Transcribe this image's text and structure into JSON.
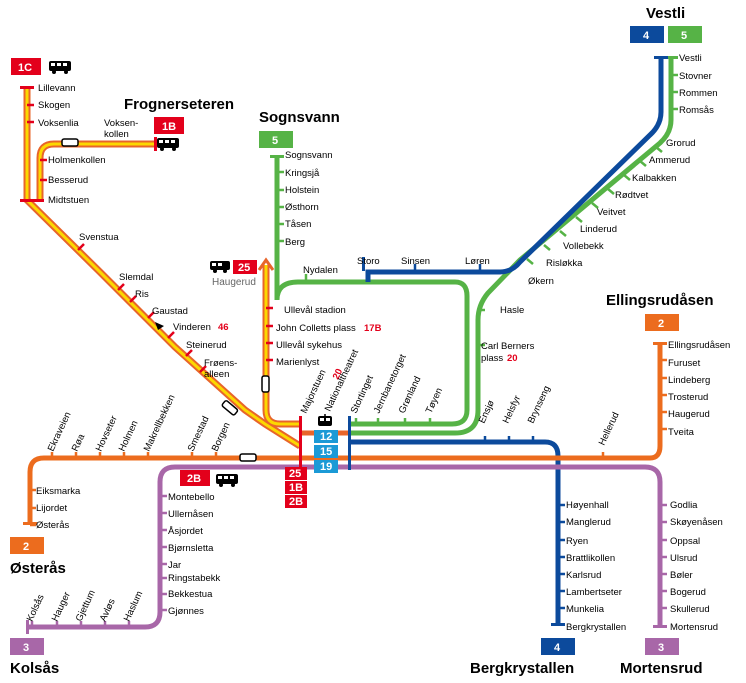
{
  "colors": {
    "line1": "#e8652a",
    "line1_inner": "#fcd800",
    "line2": "#ec6c1e",
    "line3": "#a867a8",
    "line4": "#0c4a9c",
    "line5": "#56b346",
    "tram": "#e3001b",
    "trunk": "#1b9ad6"
  },
  "icons": [
    "bus-icon",
    "train-icon",
    "tram-icon",
    "arrow-icon"
  ],
  "terminals": {
    "vestli": "Vestli",
    "frognerseteren": "Frognerseteren",
    "sognsvann": "Sognsvann",
    "ellingsrudasen": "Ellingsrudåsen",
    "osteras": "Østerås",
    "kolsas": "Kolsås",
    "bergkrystallen": "Bergkrystallen",
    "mortensrud": "Mortensrud"
  },
  "badges": {
    "b1c": "1C",
    "b1b": "1B",
    "b2b": "2B",
    "b25": "25",
    "b4": "4",
    "b5": "5",
    "b2": "2",
    "b3": "3",
    "s25": "25",
    "s1b": "1B",
    "s2b": "2B",
    "t12": "12",
    "t15": "15",
    "t19": "19"
  },
  "line1c": [
    "Lillevann",
    "Skogen",
    "Voksenlia"
  ],
  "line1b_voksen": [
    "Voksen-",
    "kollen"
  ],
  "line1_mid": [
    "Holmenkollen",
    "Besserud",
    "Midtstuen"
  ],
  "line1_diag": [
    "Svenstua",
    "Slemdal",
    "Ris",
    "Gaustad"
  ],
  "vinderen": {
    "name": "Vinderen",
    "num": "46"
  },
  "line1_diag2": [
    "Steinerud"
  ],
  "frognsalleen": [
    "Frøens-",
    "alleen"
  ],
  "line5_sogn": [
    "Sognsvann",
    "Kringsjå",
    "Holstein",
    "Østhorn",
    "Tåsen",
    "Berg"
  ],
  "haugerud_label": "Haugerud",
  "ring_top": [
    "Nydalen",
    "Storo",
    "Sinsen",
    "Løren"
  ],
  "tram_sidings": {
    "ulleval": "Ullevål stadion",
    "colletts": "John Colletts plass",
    "colletts_num": "17B",
    "sykehus": "Ullevål sykehus",
    "marienlyst": "Marienlyst"
  },
  "line5_vestli": [
    "Vestli",
    "Stovner",
    "Rommen",
    "Romsås"
  ],
  "line5_east": [
    "Grorud",
    "Ammerud",
    "Kalbakken",
    "Rødtvet",
    "Veitvet",
    "Linderud",
    "Vollebekk",
    "Risløkka",
    "Økern"
  ],
  "hasle": "Hasle",
  "carl": {
    "l1": "Carl Berners",
    "l2": "plass",
    "num": "20"
  },
  "line2_ell": [
    "Ellingsrudåsen",
    "Furuset",
    "Lindeberg",
    "Trosterud",
    "Haugerud",
    "Tveita"
  ],
  "center_rot": [
    "Majorstuen",
    "Nationaltheatret",
    "Stortinget",
    "Jernbanetorget",
    "Grønland",
    "Tøyen",
    "Ensjø",
    "Helsfyr",
    "Brynseng"
  ],
  "majorstuen_num": "20",
  "helleru": "Hellerud",
  "west_rot": [
    "Ekraveien",
    "Røa",
    "Hovseter",
    "Holmen",
    "Makrellbekken",
    "Smestad",
    "Borgen"
  ],
  "osteras_line": [
    "Eiksmarka",
    "Lijordet",
    "Østerås"
  ],
  "kolsas_line": [
    "Montebello",
    "Ullernåsen",
    "Åsjordet",
    "Bjørnsletta",
    "Jar",
    "Ringstabekk",
    "Bekkestua",
    "Gjønnes"
  ],
  "kolsas_rot": [
    "Kolsås",
    "Hauger",
    "Gjettum",
    "Avløs",
    "Haslum"
  ],
  "bergk_line": [
    "Høyenhall",
    "Manglerud",
    "Ryen",
    "Brattlikollen",
    "Karlsrud",
    "Lambertseter",
    "Munkelia",
    "Bergkrystallen"
  ],
  "mort_line": [
    "Godlia",
    "Skøyenåsen",
    "Oppsal",
    "Ulsrud",
    "Bøler",
    "Bogerud",
    "Skullerud",
    "Mortensrud"
  ]
}
